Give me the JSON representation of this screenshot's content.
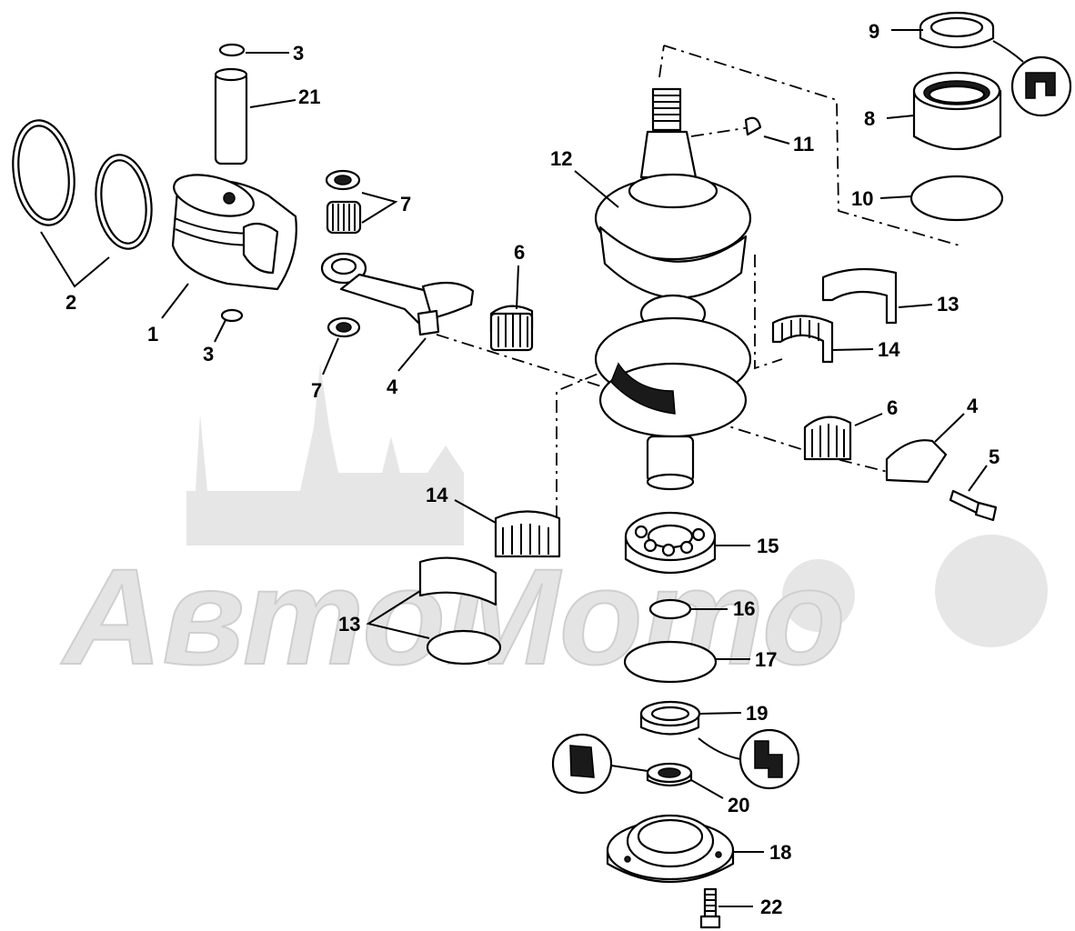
{
  "watermark": {
    "text": "АвтоМото"
  },
  "callouts": {
    "c1": "1",
    "c2": "2",
    "c3a": "3",
    "c3b": "3",
    "c4a": "4",
    "c4b": "4",
    "c5": "5",
    "c6a": "6",
    "c6b": "6",
    "c7a": "7",
    "c7b": "7",
    "c8": "8",
    "c9": "9",
    "c10": "10",
    "c11": "11",
    "c12": "12",
    "c13a": "13",
    "c13b": "13",
    "c14a": "14",
    "c14b": "14",
    "c15": "15",
    "c16": "16",
    "c17": "17",
    "c18": "18",
    "c19": "19",
    "c20": "20",
    "c21": "21",
    "c22": "22"
  },
  "symbols": [
    "lubricant-symbol-icon",
    "sealant-symbol-icon",
    "adhesive-symbol-icon"
  ]
}
